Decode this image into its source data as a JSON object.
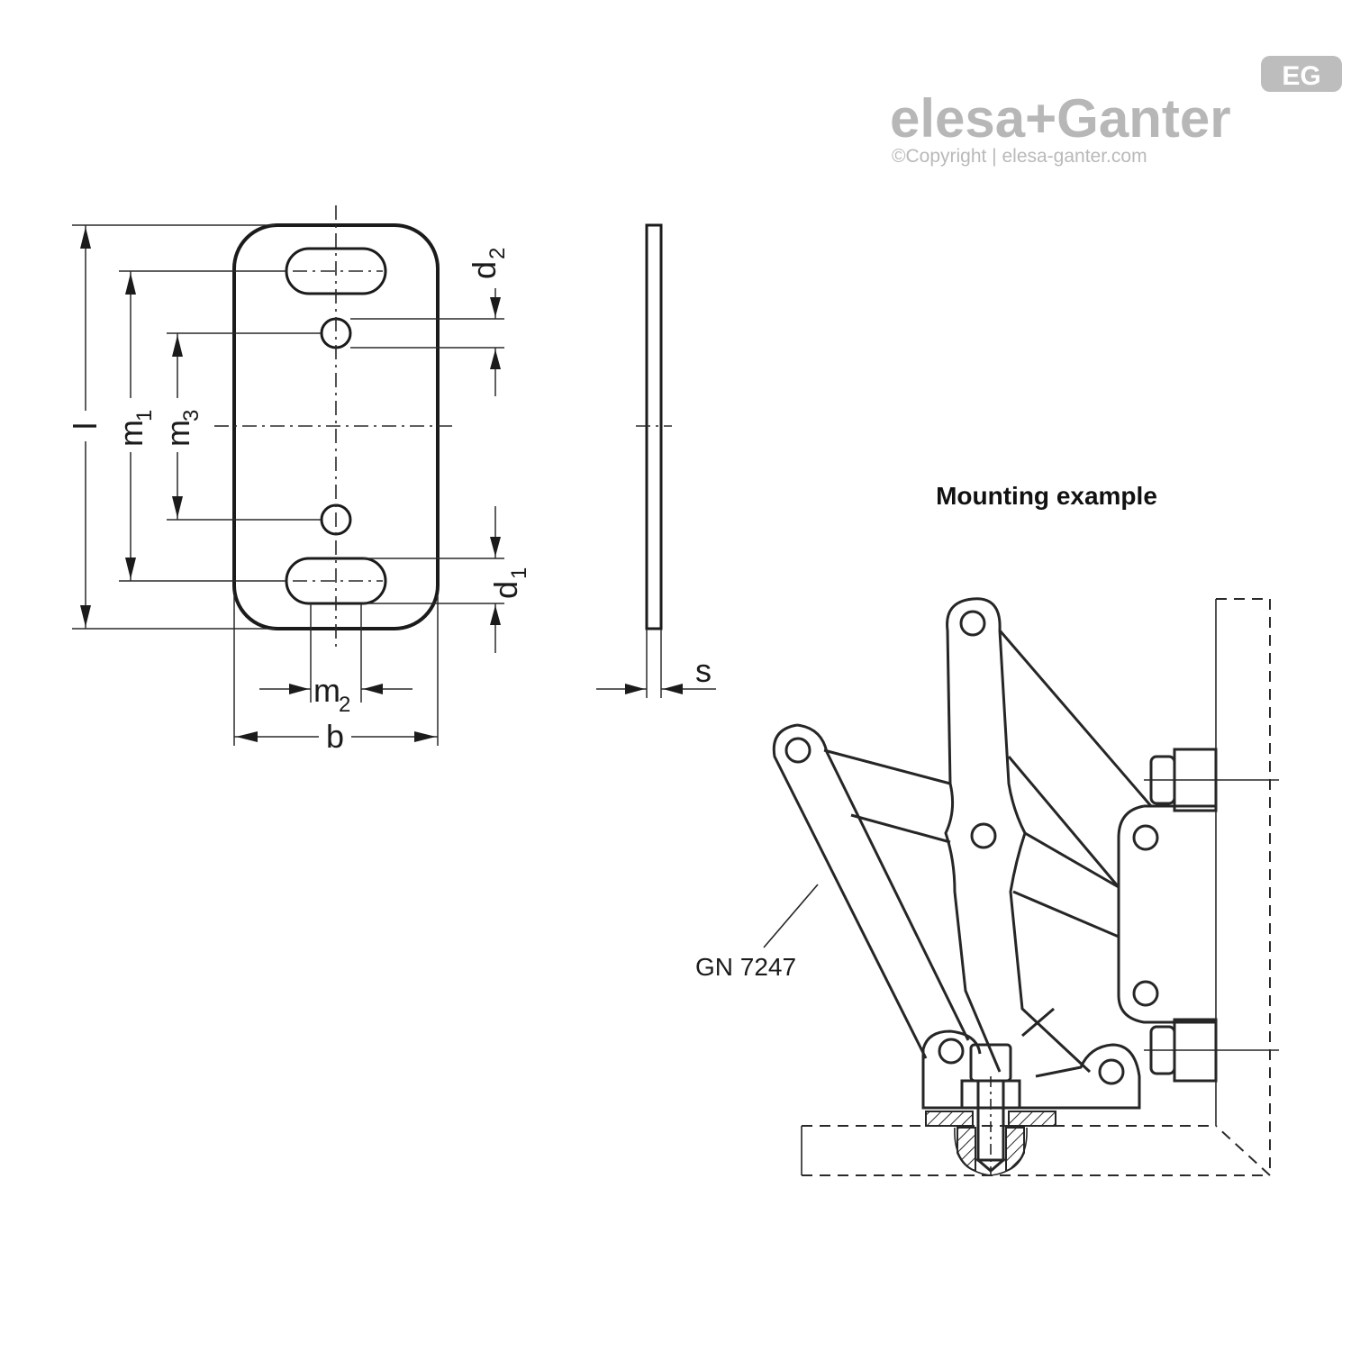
{
  "logo": {
    "badge": "EG",
    "brand": "elesa+Ganter",
    "copyright": "©Copyright | elesa-ganter.com"
  },
  "front_view": {
    "dim_l": "l",
    "dim_m1": "m",
    "dim_m1_sub": "1",
    "dim_m3": "m",
    "dim_m3_sub": "3",
    "dim_d2": "d",
    "dim_d2_sub": "2",
    "dim_d1": "d",
    "dim_d1_sub": "1",
    "dim_m2": "m",
    "dim_m2_sub": "2",
    "dim_b": "b"
  },
  "side_view": {
    "dim_s": "s"
  },
  "mounting": {
    "title": "Mounting example",
    "part_label": "GN 7247"
  }
}
